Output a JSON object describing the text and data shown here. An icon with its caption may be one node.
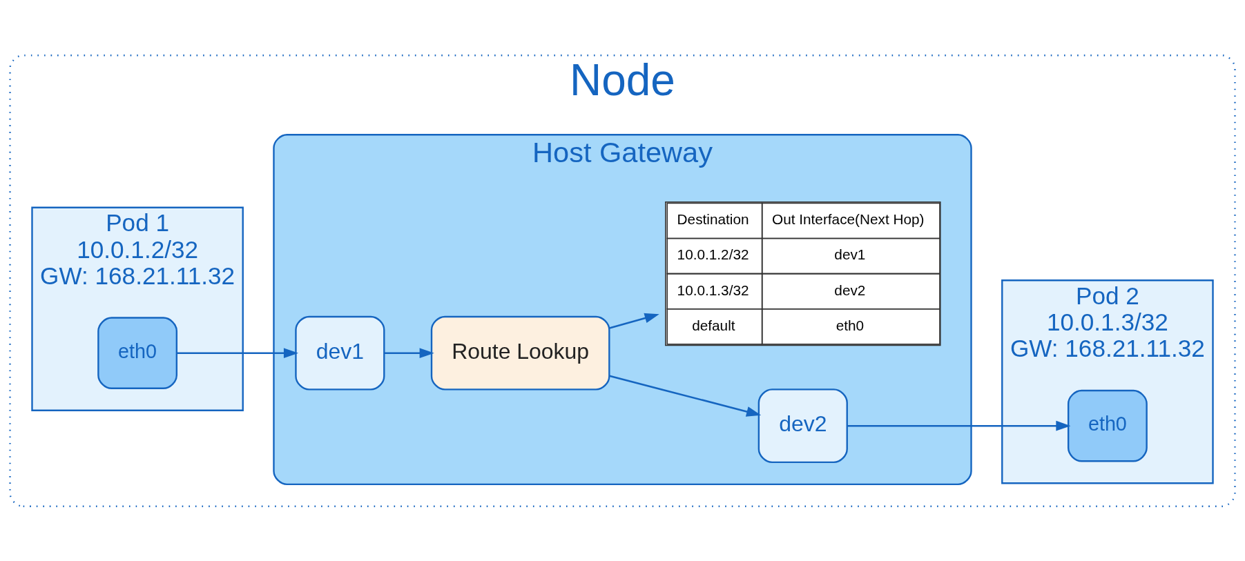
{
  "diagram": {
    "nodes": [
      {
        "text": [
          "Node"
        ]
      },
      {
        "text": [
          "Pod 1",
          "10.0.1.2/32",
          "GW: 168.21.11.32"
        ],
        "in": 0
      },
      {
        "text": [
          "eth0"
        ],
        "in": 1
      },
      {
        "text": [
          "Host Gateway"
        ],
        "in": 0
      },
      {
        "text": [
          "dev1"
        ],
        "in": 3
      },
      {
        "text": [
          "Route Lookup"
        ],
        "in": 3
      },
      {
        "text": [
          "dev2"
        ],
        "in": 3
      },
      {
        "text": [
          "Destination",
          "Out Interface(Next Hop)",
          "10.0.1.2/32",
          "dev1",
          "10.0.1.3/32",
          "dev2",
          "default",
          "eth0"
        ],
        "in": 3
      },
      {
        "text": [
          "Pod 2",
          "10.0.1.3/32",
          "GW: 168.21.11.32"
        ],
        "in": 0
      },
      {
        "text": [
          "eth0"
        ],
        "in": 8
      }
    ],
    "edges": [
      {
        "from": 2,
        "to": 4,
        "arrow": "to"
      },
      {
        "from": 4,
        "to": 5,
        "arrow": "to"
      },
      {
        "from": 5,
        "to": 6,
        "arrow": "to"
      },
      {
        "from": 6,
        "to": 9,
        "arrow": "to"
      },
      {
        "from": 5,
        "to": 7,
        "arrow": "to"
      }
    ]
  }
}
